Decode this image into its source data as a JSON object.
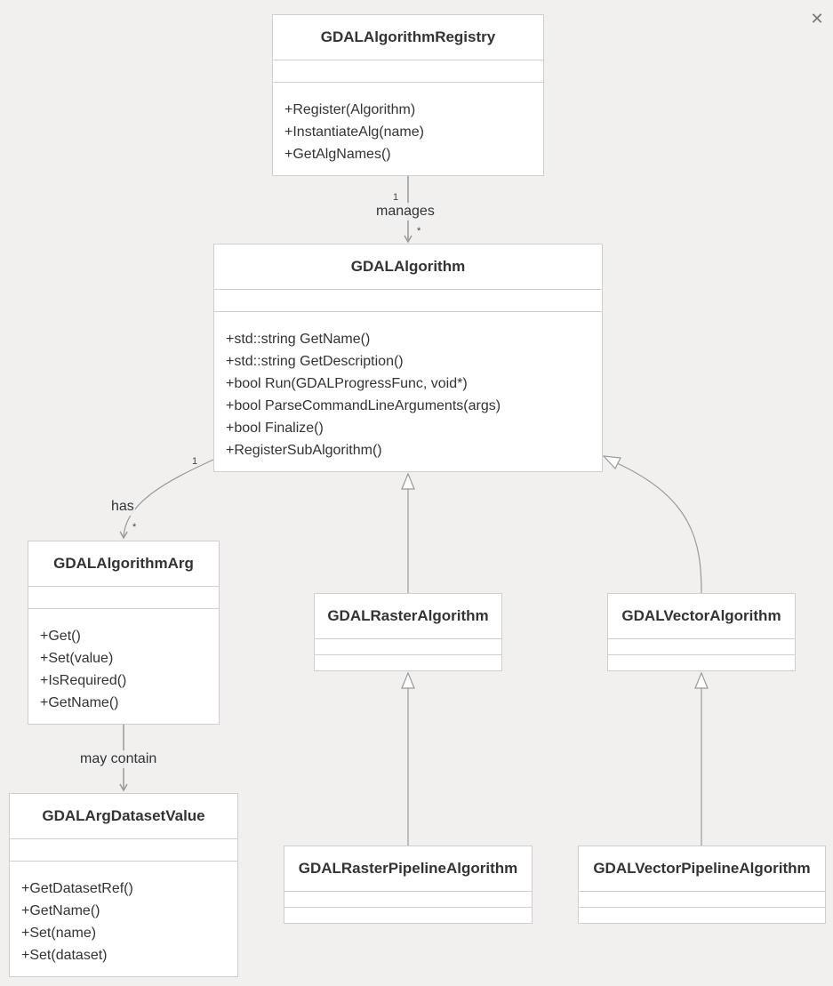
{
  "toolbar": {
    "close_glyph": "✕"
  },
  "classes": {
    "registry": {
      "name": "GDALAlgorithmRegistry",
      "methods": [
        "+Register(Algorithm)",
        "+InstantiateAlg(name)",
        "+GetAlgNames()"
      ]
    },
    "algorithm": {
      "name": "GDALAlgorithm",
      "methods": [
        "+std::string GetName()",
        "+std::string GetDescription()",
        "+bool Run(GDALProgressFunc, void*)",
        "+bool ParseCommandLineArguments(args)",
        "+bool Finalize()",
        "+RegisterSubAlgorithm()"
      ]
    },
    "arg": {
      "name": "GDALAlgorithmArg",
      "methods": [
        "+Get()",
        "+Set(value)",
        "+IsRequired()",
        "+GetName()"
      ]
    },
    "dataset_value": {
      "name": "GDALArgDatasetValue",
      "methods": [
        "+GetDatasetRef()",
        "+GetName()",
        "+Set(name)",
        "+Set(dataset)"
      ]
    },
    "raster": {
      "name": "GDALRasterAlgorithm"
    },
    "vector": {
      "name": "GDALVectorAlgorithm"
    },
    "raster_pipeline": {
      "name": "GDALRasterPipelineAlgorithm"
    },
    "vector_pipeline": {
      "name": "GDALVectorPipelineAlgorithm"
    }
  },
  "relations": {
    "manages": {
      "label": "manages",
      "from_mult": "1",
      "to_mult": "*"
    },
    "has": {
      "label": "has",
      "from_mult": "1",
      "to_mult": "*"
    },
    "may_contain": {
      "label": "may contain"
    }
  }
}
